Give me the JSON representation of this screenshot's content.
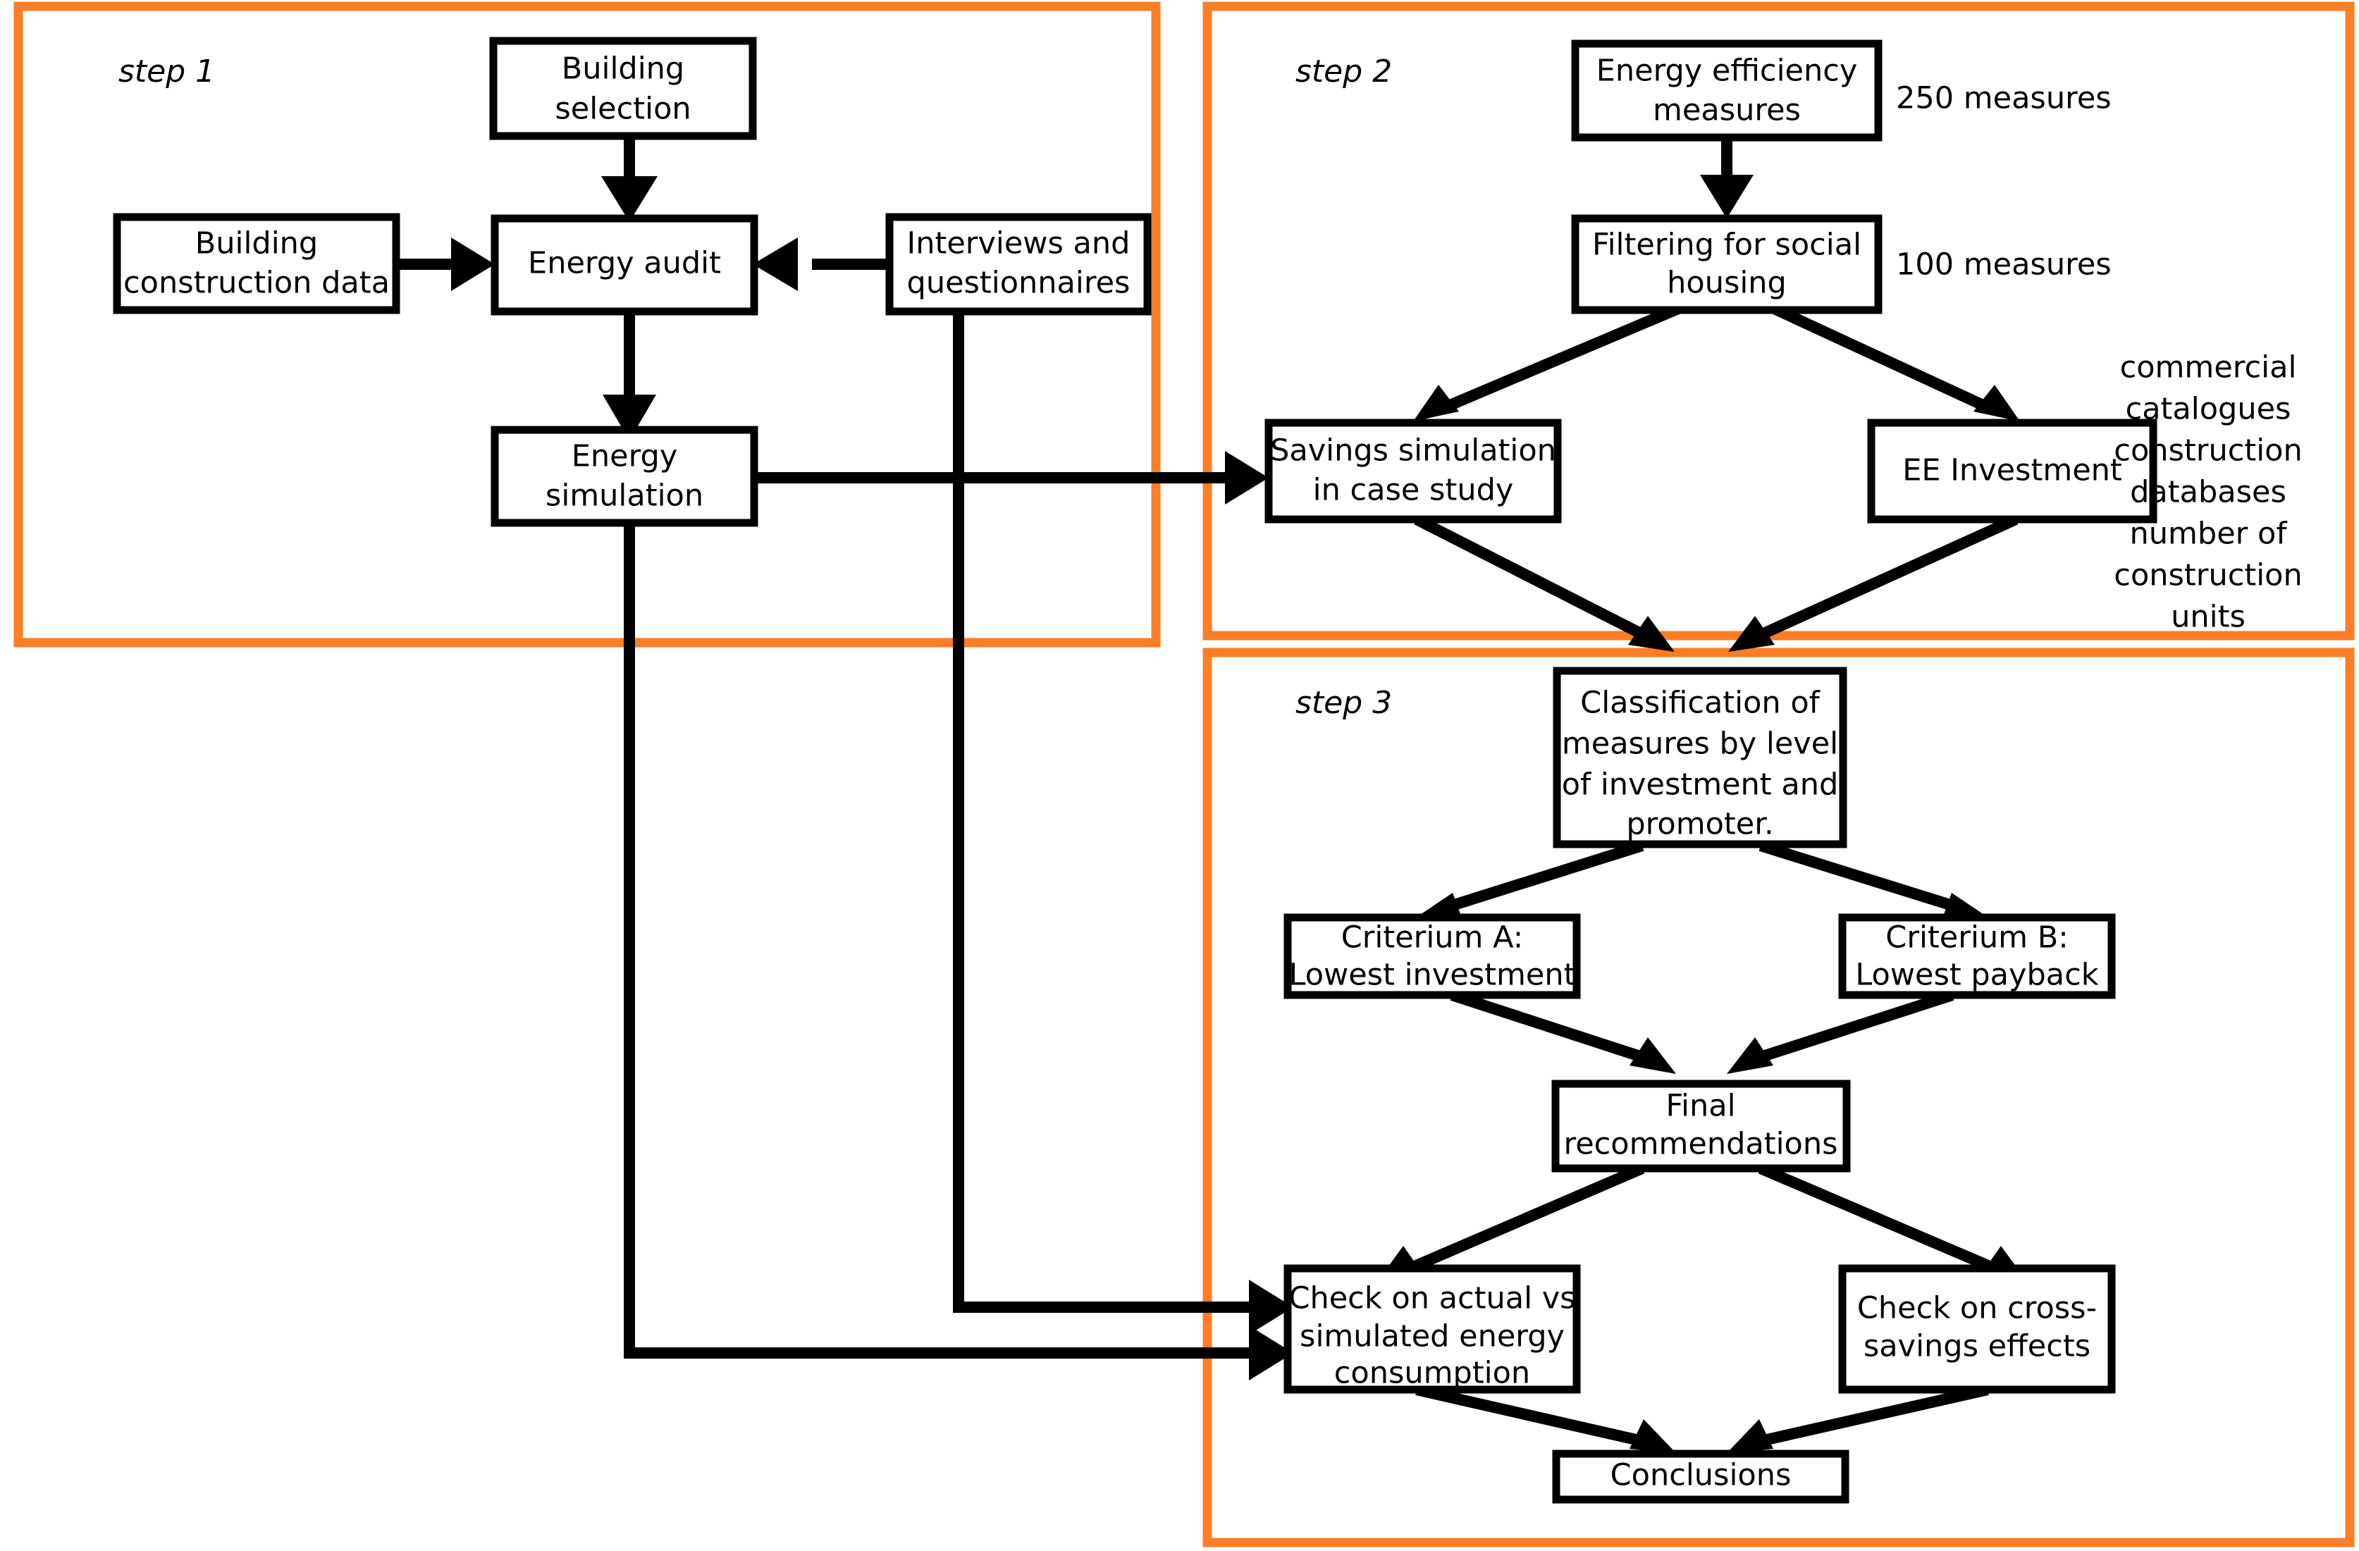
{
  "diagram": {
    "title": "Three-step energy efficiency methodology flowchart",
    "accent_color": "#FD7E24",
    "line_color": "#000000",
    "background_color": "#FFFFFF"
  },
  "steps": [
    {
      "id": "step1",
      "label": "step 1"
    },
    {
      "id": "step2",
      "label": "step 2"
    },
    {
      "id": "step3",
      "label": "step 3"
    }
  ],
  "nodes": {
    "building_selection": {
      "lines": [
        "Building",
        "selection"
      ]
    },
    "building_construction": {
      "lines": [
        "Building",
        "construction data"
      ]
    },
    "energy_audit": {
      "lines": [
        "Energy audit"
      ]
    },
    "interviews": {
      "lines": [
        "Interviews and",
        "questionnaires"
      ]
    },
    "energy_simulation": {
      "lines": [
        "Energy",
        "simulation"
      ]
    },
    "energy_efficiency": {
      "lines": [
        "Energy efficiency",
        "measures"
      ]
    },
    "filtering": {
      "lines": [
        "Filtering for social",
        "housing"
      ]
    },
    "savings_simulation": {
      "lines": [
        "Savings simulation",
        "in case study"
      ]
    },
    "ee_investment": {
      "lines": [
        "EE Investment"
      ]
    },
    "classification": {
      "lines": [
        "Classification of",
        "measures by level",
        "of investment and",
        "promoter."
      ]
    },
    "criterium_a": {
      "lines": [
        "Criterium A:",
        "Lowest investment"
      ]
    },
    "criterium_b": {
      "lines": [
        "Criterium B:",
        "Lowest payback"
      ]
    },
    "final_recommendations": {
      "lines": [
        "Final",
        "recommendations"
      ]
    },
    "check_actual_vs_sim": {
      "lines": [
        "Check on actual vs",
        "simulated energy",
        "consumption"
      ]
    },
    "check_cross_savings": {
      "lines": [
        "Check on cross-",
        "savings effects"
      ]
    },
    "conclusions": {
      "lines": [
        "Conclusions"
      ]
    }
  },
  "annotations": {
    "measures_250": "250 measures",
    "measures_100": "100 measures",
    "sources": [
      "commercial",
      "catalogues",
      "construction",
      "databases",
      "number of",
      "construction",
      "units"
    ]
  }
}
